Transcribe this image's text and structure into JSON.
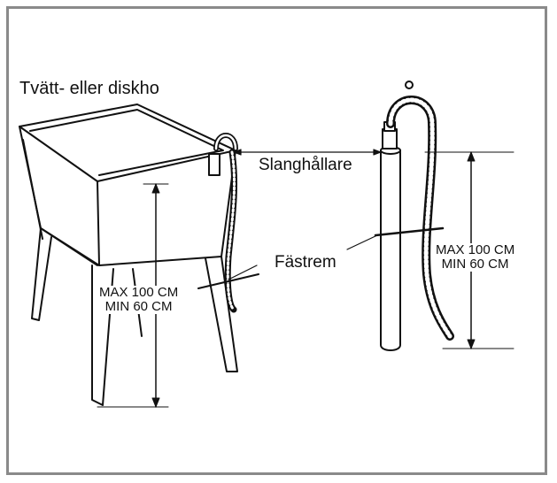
{
  "labels": {
    "sink": "Tvätt- eller diskho",
    "hose_holder": "Slanghållare",
    "strap": "Fästrem",
    "max_left": "MAX 100 CM",
    "min_left": "MIN 60 CM",
    "max_right": "MAX 100 CM",
    "min_right": "MIN 60 CM"
  }
}
